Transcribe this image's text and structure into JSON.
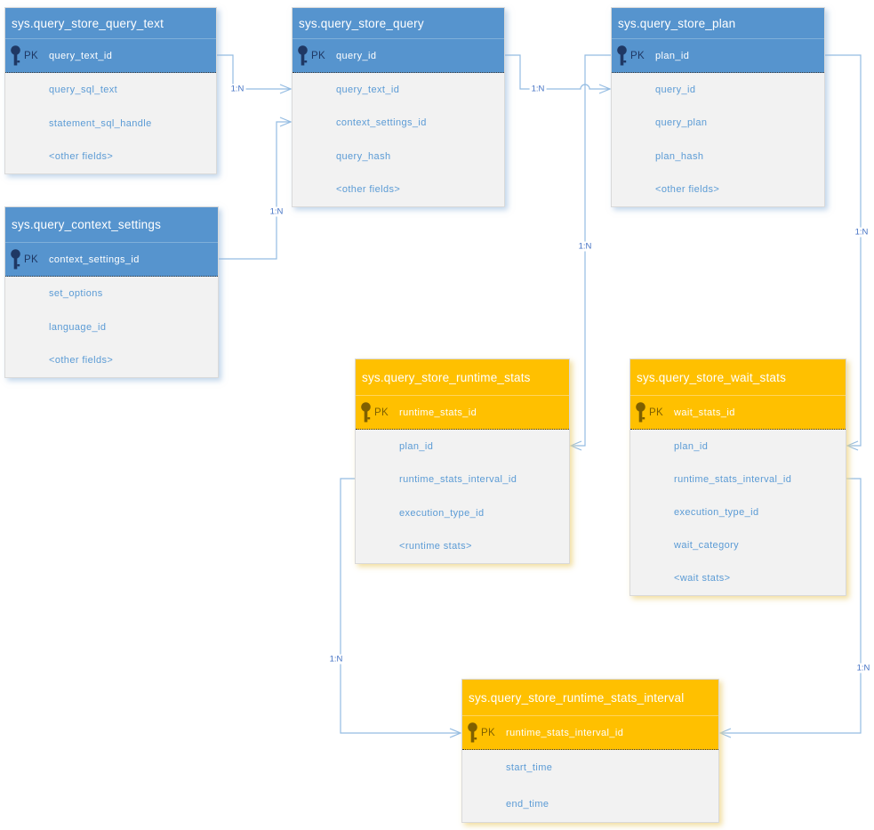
{
  "colors": {
    "blue_accent": "#5694CE",
    "orange_accent": "#FFC000",
    "field_text": "#5B9BD5",
    "wire": "#94BCE2",
    "cardinality_text": "#4472C4"
  },
  "tables": [
    {
      "id": "query_text",
      "theme": "blue",
      "title": "sys.query_store_query_text",
      "pk_label": "PK",
      "pk_field": "query_text_id",
      "fields": [
        "query_sql_text",
        "statement_sql_handle",
        "<other fields>"
      ]
    },
    {
      "id": "query",
      "theme": "blue",
      "title": "sys.query_store_query",
      "pk_label": "PK",
      "pk_field": "query_id",
      "fields": [
        "query_text_id",
        "context_settings_id",
        "query_hash",
        "<other fields>"
      ]
    },
    {
      "id": "plan",
      "theme": "blue",
      "title": "sys.query_store_plan",
      "pk_label": "PK",
      "pk_field": "plan_id",
      "fields": [
        "query_id",
        "query_plan",
        "plan_hash",
        "<other fields>"
      ]
    },
    {
      "id": "context_settings",
      "theme": "blue",
      "title": "sys.query_context_settings",
      "pk_label": "PK",
      "pk_field": "context_settings_id",
      "fields": [
        "set_options",
        "language_id",
        "<other fields>"
      ]
    },
    {
      "id": "runtime_stats",
      "theme": "orange",
      "title": "sys.query_store_runtime_stats",
      "pk_label": "PK",
      "pk_field": "runtime_stats_id",
      "fields": [
        "plan_id",
        "runtime_stats_interval_id",
        "execution_type_id",
        "<runtime stats>"
      ]
    },
    {
      "id": "wait_stats",
      "theme": "orange",
      "title": "sys.query_store_wait_stats",
      "pk_label": "PK",
      "pk_field": "wait_stats_id",
      "fields": [
        "plan_id",
        "runtime_stats_interval_id",
        "execution_type_id",
        "wait_category",
        "<wait stats>"
      ]
    },
    {
      "id": "interval",
      "theme": "orange",
      "title": "sys.query_store_runtime_stats_interval",
      "pk_label": "PK",
      "pk_field": "runtime_stats_interval_id",
      "fields": [
        "start_time",
        "end_time"
      ]
    }
  ],
  "connectors": [
    {
      "id": "c1",
      "from": "sys.query_store_query_text",
      "to": "sys.query_store_query",
      "fk": "query_text_id",
      "label": "1:N"
    },
    {
      "id": "c2",
      "from": "sys.query_context_settings",
      "to": "sys.query_store_query",
      "fk": "context_settings_id",
      "label": "1:N"
    },
    {
      "id": "c3",
      "from": "sys.query_store_query",
      "to": "sys.query_store_plan",
      "fk": "query_id",
      "label": "1:N"
    },
    {
      "id": "c4",
      "from": "sys.query_store_plan",
      "to": "sys.query_store_runtime_stats",
      "fk": "plan_id",
      "label": "1:N"
    },
    {
      "id": "c5",
      "from": "sys.query_store_plan",
      "to": "sys.query_store_wait_stats",
      "fk": "plan_id",
      "label": "1:N"
    },
    {
      "id": "c6",
      "from": "sys.query_store_runtime_stats",
      "to": "sys.query_store_runtime_stats_interval",
      "fk": "runtime_stats_interval_id",
      "label": "1:N"
    },
    {
      "id": "c7",
      "from": "sys.query_store_wait_stats",
      "to": "sys.query_store_runtime_stats_interval",
      "fk": "runtime_stats_interval_id",
      "label": "1:N"
    }
  ]
}
